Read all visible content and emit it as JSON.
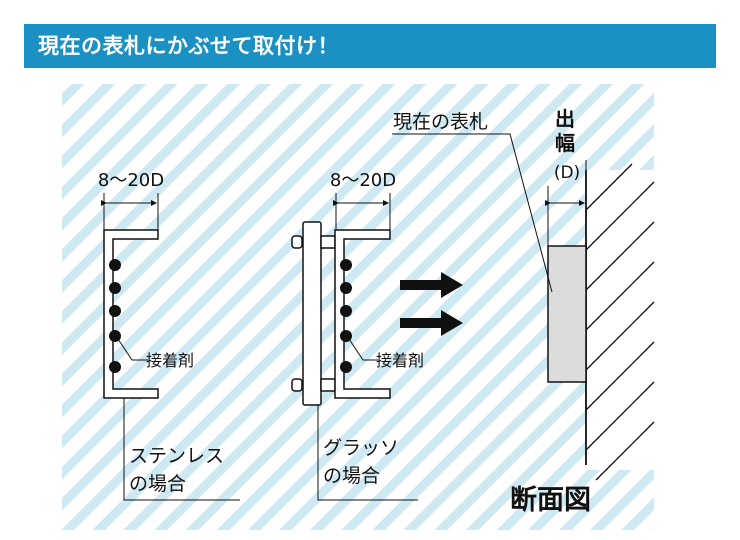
{
  "banner": {
    "title": "現在の表札にかぶせて取付け！"
  },
  "stainless": {
    "width_label": "8～20D",
    "adhesive_label": "接着剤",
    "caption_line1": "ステンレス",
    "caption_line2": "の場合"
  },
  "glass": {
    "width_label": "8～20D",
    "adhesive_label": "接着剤",
    "caption_line1": "グラッソ",
    "caption_line2": "の場合"
  },
  "section": {
    "nameplate_label": "現在の表札",
    "protrusion_line1": "出",
    "protrusion_line2": "幅",
    "protrusion_line3": "(D)",
    "title": "断面図"
  },
  "colors": {
    "banner": "#1a91c2",
    "hatch_stripe": "#cfe9f3",
    "nameplate_fill": "#dcdcdc"
  }
}
